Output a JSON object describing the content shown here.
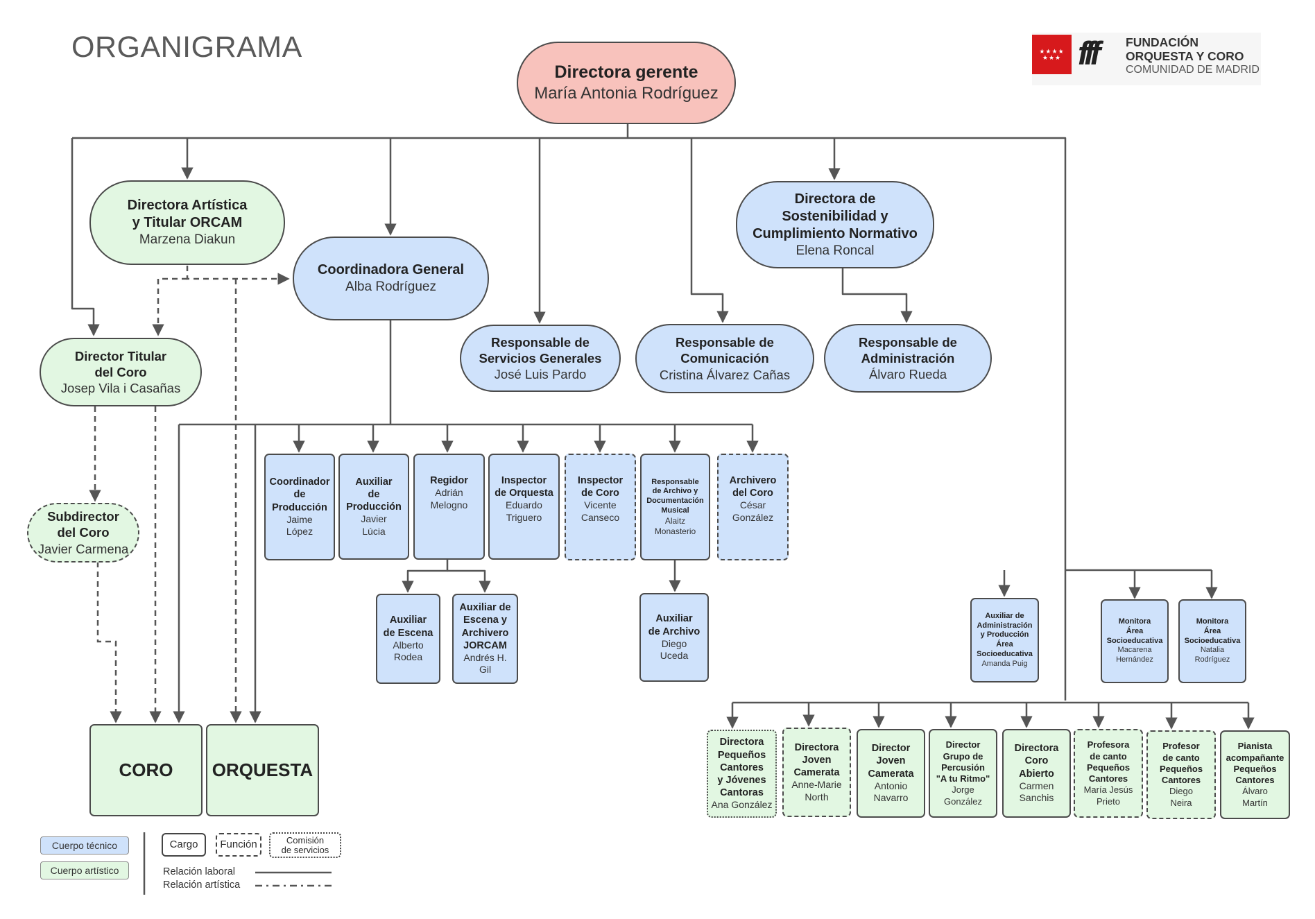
{
  "title": "ORGANIGRAMA",
  "logo": {
    "line1": "FUNDACIÓN",
    "line2": "ORQUESTA Y CORO",
    "line3": "COMUNIDAD DE MADRID",
    "colors": {
      "flag": "#d7191c",
      "text": "#333333"
    }
  },
  "colors": {
    "tecnico": "#cfe2fb",
    "artistico": "#e2f7e2",
    "direccion": "#f8c2bc",
    "lines": "#555555"
  },
  "nodes": {
    "directora_gerente": {
      "title": "Directora gerente",
      "name": "María Antonia Rodríguez"
    },
    "directora_artistica": {
      "title": "Directora Artística\ny Titular ORCAM",
      "name": "Marzena Diakun"
    },
    "coordinadora_general": {
      "title": "Coordinadora General",
      "name": "Alba Rodríguez"
    },
    "directora_sostenibilidad": {
      "title": "Directora de\nSostenibilidad y\nCumplimiento Normativo",
      "name": "Elena Roncal"
    },
    "director_titular_coro": {
      "title": "Director Titular\ndel Coro",
      "name": "Josep Vila i Casañas"
    },
    "subdirector_coro": {
      "title": "Subdirector\ndel Coro",
      "name": "Javier Carmena"
    },
    "resp_servicios": {
      "title": "Responsable de\nServicios Generales",
      "name": "José Luis Pardo"
    },
    "resp_comunicacion": {
      "title": "Responsable de\nComunicación",
      "name": "Cristina Álvarez Cañas"
    },
    "resp_administracion": {
      "title": "Responsable de\nAdministración",
      "name": "Álvaro Rueda"
    },
    "coord_produccion": {
      "title": "Coordinador\nde\nProducción",
      "name": "Jaime\nLópez"
    },
    "aux_produccion": {
      "title": "Auxiliar\nde\nProducción",
      "name": "Javier\nLúcia"
    },
    "regidor": {
      "title": "Regidor",
      "name": "Adrián\nMelogno"
    },
    "inspector_orquesta": {
      "title": "Inspector\nde Orquesta",
      "name": "Eduardo\nTriguero"
    },
    "inspector_coro": {
      "title": "Inspector\nde Coro",
      "name": "Vicente\nCanseco"
    },
    "resp_archivo": {
      "title": "Responsable\nde Archivo y\nDocumentación\nMusical",
      "name": "Alaitz\nMonasterio"
    },
    "archivero_coro": {
      "title": "Archivero\ndel Coro",
      "name": "César\nGonzález"
    },
    "aux_escena": {
      "title": "Auxiliar\nde Escena",
      "name": "Alberto\nRodea"
    },
    "aux_escena_archivero": {
      "title": "Auxiliar de\nEscena y\nArchivero\nJORCAM",
      "name": "Andrés H.\nGil"
    },
    "aux_archivo": {
      "title": "Auxiliar\nde Archivo",
      "name": "Diego\nUceda"
    },
    "aux_admin_socio": {
      "title": "Auxiliar de\nAdministración\ny Producción\nÁrea\nSocioeducativa",
      "name": "Amanda Puig"
    },
    "monitora_1": {
      "title": "Monitora\nÁrea\nSocioeducativa",
      "name": "Macarena\nHernández"
    },
    "monitora_2": {
      "title": "Monitora\nÁrea\nSocioeducativa",
      "name": "Natalia\nRodríguez"
    },
    "dir_pequenos": {
      "title": "Directora\nPequeños\nCantores\ny Jóvenes\nCantoras",
      "name": "Ana González"
    },
    "dir_joven_1": {
      "title": "Directora\nJoven\nCamerata",
      "name": "Anne-Marie\nNorth"
    },
    "dir_joven_2": {
      "title": "Director\nJoven\nCamerata",
      "name": "Antonio\nNavarro"
    },
    "dir_percusion": {
      "title": "Director\nGrupo de\nPercusión\n\"A tu Ritmo\"",
      "name": "Jorge\nGonzález"
    },
    "dir_coro_abierto": {
      "title": "Directora\nCoro\nAbierto",
      "name": "Carmen\nSanchis"
    },
    "prof_canto_1": {
      "title": "Profesora\nde canto\nPequeños\nCantores",
      "name": "María Jesús\nPrieto"
    },
    "prof_canto_2": {
      "title": "Profesor\nde canto\nPequeños\nCantores",
      "name": "Diego\nNeira"
    },
    "pianista": {
      "title": "Pianista\nacompañante\nPequeños\nCantores",
      "name": "Álvaro\nMartín"
    },
    "coro": {
      "title": "CORO"
    },
    "orquesta": {
      "title": "ORQUESTA"
    }
  },
  "legend": {
    "cuerpo_tecnico": "Cuerpo técnico",
    "cuerpo_artistico": "Cuerpo artístico",
    "cargo": "Cargo",
    "funcion": "Función",
    "comision": "Comisión\nde servicios",
    "relacion_laboral": "Relación  laboral",
    "relacion_artistica": "Relación  artística"
  }
}
